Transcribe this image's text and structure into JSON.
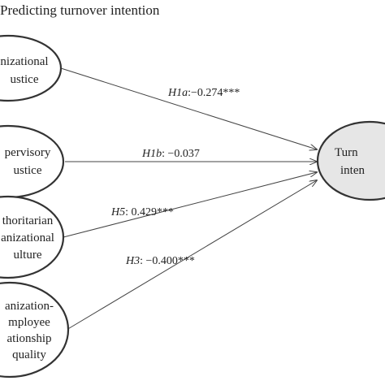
{
  "title": "Predicting turnover intention",
  "colors": {
    "line": "#444444",
    "node_fill": "#ffffff",
    "outcome_fill": "#e6e6e6",
    "text": "#222222"
  },
  "nodes": [
    {
      "id": "organizational-justice",
      "lines": [
        "nizational",
        "ustice"
      ]
    },
    {
      "id": "supervisory-justice",
      "lines": [
        "pervisory",
        "ustice"
      ]
    },
    {
      "id": "authoritarian-culture",
      "lines": [
        "thoritarian",
        "anizational",
        "ulture"
      ]
    },
    {
      "id": "oe-relationship-quality",
      "lines": [
        "anization-",
        "mployee",
        "ationship",
        "quality"
      ]
    },
    {
      "id": "turnover-intention",
      "lines": [
        "Turn",
        "inten"
      ]
    }
  ],
  "paths": [
    {
      "hyp": "H1a",
      "sep": ":",
      "value": "−0.274***"
    },
    {
      "hyp": "H1b",
      "sep": ": ",
      "value": "−0.037"
    },
    {
      "hyp": "H5",
      "sep": ": ",
      "value": "0.429***"
    },
    {
      "hyp": "H3",
      "sep": ": ",
      "value": "−0.400***"
    }
  ]
}
